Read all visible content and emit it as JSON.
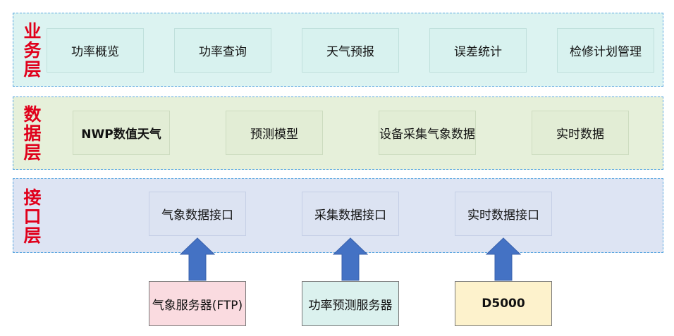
{
  "layers": {
    "business": {
      "label": "业务层",
      "modules": [
        "功率概览",
        "功率查询",
        "天气预报",
        "误差统计",
        "检修计划管理"
      ]
    },
    "data": {
      "label": "数据层",
      "modules": [
        "NWP数值天气",
        "预测模型",
        "设备采集气象数据",
        "实时数据"
      ]
    },
    "interface": {
      "label": "接口层",
      "modules": [
        "气象数据接口",
        "采集数据接口",
        "实时数据接口"
      ]
    }
  },
  "servers": [
    {
      "label": "气象服务器(FTP)",
      "color": "#fadbe0"
    },
    {
      "label": "功率预测服务器",
      "color": "#dbf1ee"
    },
    {
      "label": "D5000",
      "color": "#fdf2cc"
    }
  ],
  "colors": {
    "layer_label": "#e0001b",
    "layer_border": "#5aa7e0",
    "arrow": "#4472c4"
  }
}
